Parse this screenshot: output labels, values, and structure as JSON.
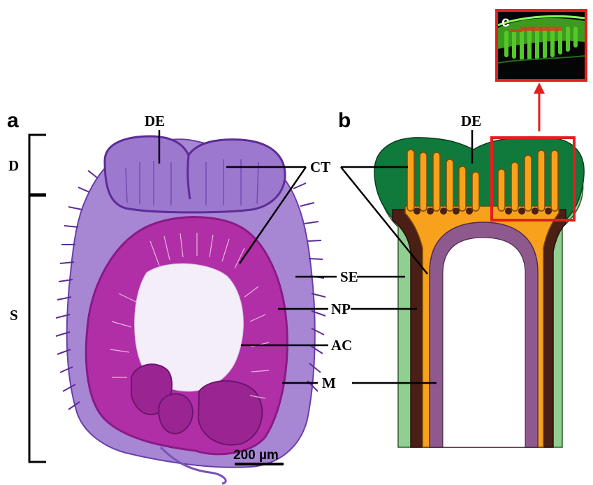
{
  "panels": {
    "a": "a",
    "b": "b",
    "c": "c"
  },
  "brackets": {
    "d": "D",
    "s": "S"
  },
  "photo_labels": {
    "de": "DE",
    "ct": "CT",
    "se": "SE",
    "np": "NP",
    "ac": "AC",
    "m": "M"
  },
  "diagram_labels": {
    "de": "DE"
  },
  "scale_bar": "200 µm",
  "colors": {
    "dorsal_epithelium": "#0f7a3c",
    "lateral_epithelium": "#8fcf8f",
    "connective_tissue": "#f7a11c",
    "neural_plexus": "#4a1f16",
    "muscle": "#8e5a8e",
    "highlight_box": "#e41e1e",
    "histology_light": "#b18ad6",
    "histology_dark": "#8a2a9e"
  }
}
